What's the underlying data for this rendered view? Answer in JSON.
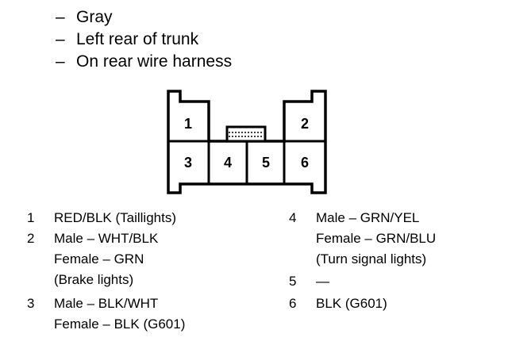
{
  "header": {
    "lines": [
      {
        "dash": "–",
        "text": "Gray"
      },
      {
        "dash": "–",
        "text": "Left rear of trunk"
      },
      {
        "dash": "–",
        "text": "On rear wire harness"
      }
    ]
  },
  "connector": {
    "cavities": [
      "1",
      "2",
      "3",
      "4",
      "5",
      "6"
    ]
  },
  "pins_left": [
    {
      "num": "1",
      "lines": [
        "RED/BLK (Taillights)"
      ]
    },
    {
      "num": "2",
      "lines": [
        "Male  –  WHT/BLK",
        "Female  –  GRN",
        "(Brake lights)"
      ]
    },
    {
      "num": "3",
      "lines": [
        "Male  –  BLK/WHT",
        "Female  –   BLK (G601)"
      ]
    }
  ],
  "pins_right": [
    {
      "num": "4",
      "lines": [
        "Male  –  GRN/YEL",
        "Female  –  GRN/BLU",
        "(Turn signal lights)"
      ]
    },
    {
      "num": "5",
      "lines": [
        "—"
      ]
    },
    {
      "num": "6",
      "lines": [
        "BLK (G601)"
      ]
    }
  ]
}
